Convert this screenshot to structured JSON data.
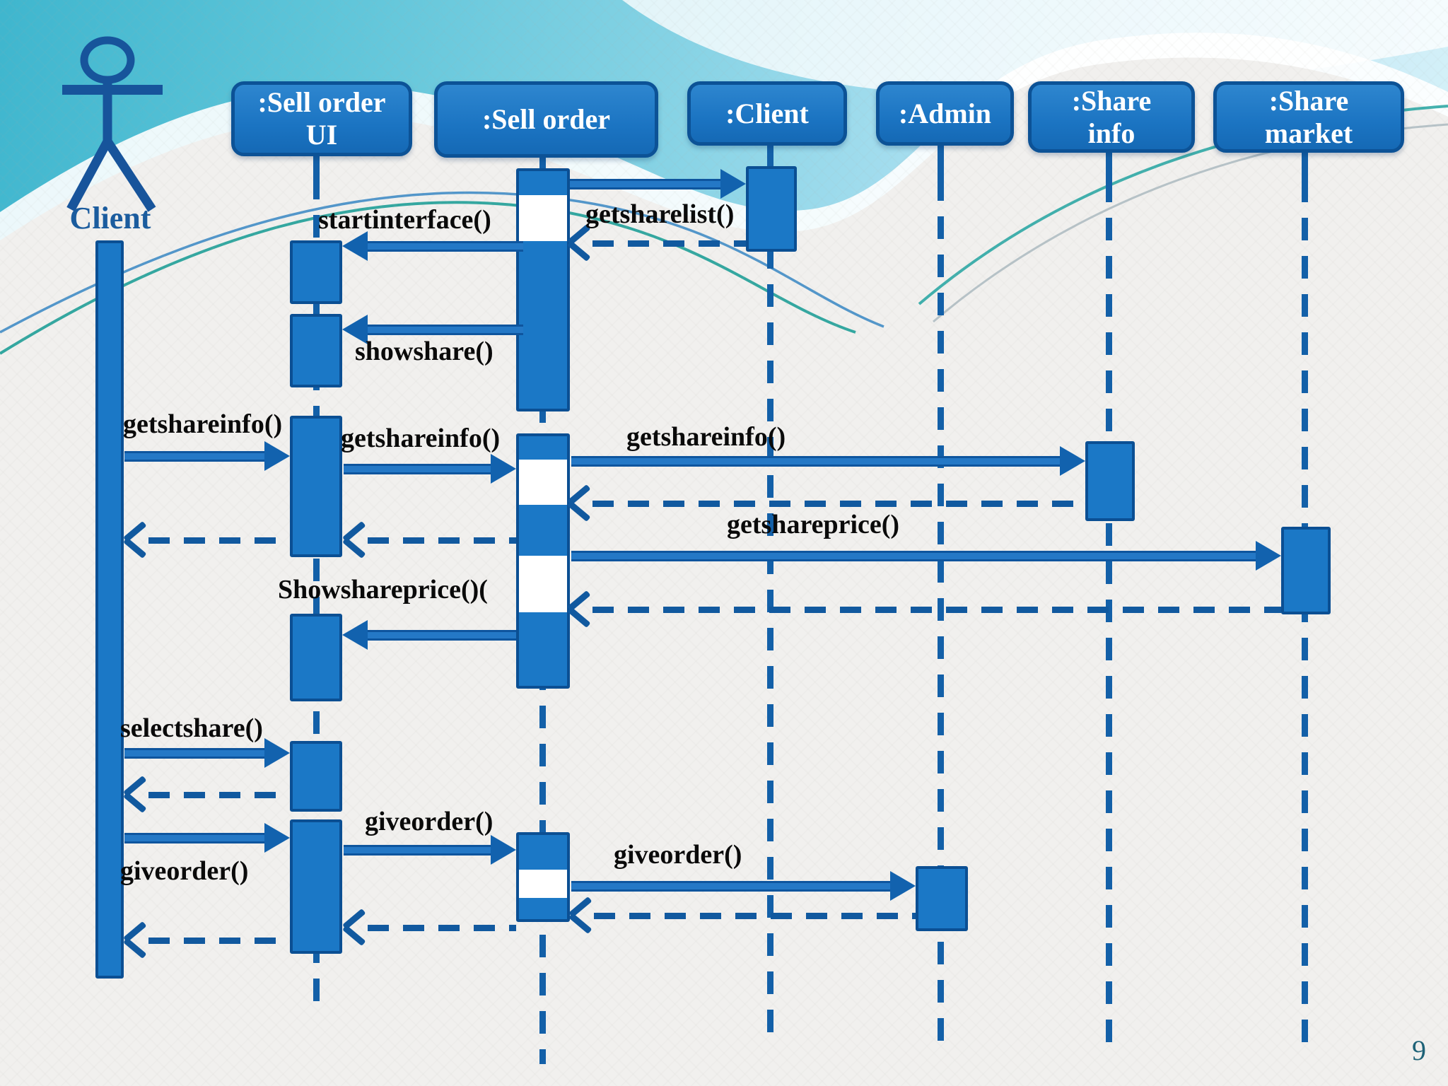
{
  "slide": {
    "page_number": "9"
  },
  "actor": {
    "label": "Client"
  },
  "participants": [
    {
      "id": "sell-order-ui",
      "line1": ":Sell order",
      "line2": "UI"
    },
    {
      "id": "sell-order",
      "line1": ":Sell order",
      "line2": ""
    },
    {
      "id": "client-object",
      "line1": ":Client",
      "line2": ""
    },
    {
      "id": "admin",
      "line1": ":Admin",
      "line2": ""
    },
    {
      "id": "share-info",
      "line1": ":Share",
      "line2": "info"
    },
    {
      "id": "share-market",
      "line1": ":Share",
      "line2": "market"
    }
  ],
  "messages": {
    "getsharelist": {
      "label": "getsharelist()",
      "from": ":Sell order",
      "to": ":Client",
      "style": "solid-call"
    },
    "startinterface": {
      "label": "startinterface()",
      "from": ":Sell order",
      "to": ":Sell order UI",
      "style": "solid-call"
    },
    "showshare": {
      "label": "showshare()",
      "from": ":Sell order",
      "to": ":Sell order UI",
      "style": "solid-call"
    },
    "getshareinfo_actor_to_ui": {
      "label": "getshareinfo()",
      "from": "Client",
      "to": ":Sell order UI",
      "style": "solid-call"
    },
    "getshareinfo_ui_to_so": {
      "label": "getshareinfo()",
      "from": ":Sell order UI",
      "to": ":Sell order",
      "style": "solid-call"
    },
    "getshareinfo_so_to_info": {
      "label": "getshareinfo()",
      "from": ":Sell order",
      "to": ":Share info",
      "style": "solid-call"
    },
    "getshareprice": {
      "label": "getshareprice()",
      "from": ":Sell order",
      "to": ":Share market",
      "style": "solid-call"
    },
    "showshareprice": {
      "label": "Showshareprice()(",
      "from": ":Sell order",
      "to": ":Sell order UI",
      "style": "solid-call"
    },
    "selectshare": {
      "label": "selectshare()",
      "from": "Client",
      "to": ":Sell order UI",
      "style": "solid-call"
    },
    "giveorder_ui_to_so": {
      "label": "giveorder()",
      "from": ":Sell order UI",
      "to": ":Sell order",
      "style": "solid-call"
    },
    "giveorder_so_to_admin": {
      "label": "giveorder()",
      "from": ":Sell order",
      "to": ":Admin",
      "style": "solid-call"
    },
    "giveorder_actor_to_ui": {
      "label": "giveorder()",
      "from": "Client",
      "to": ":Sell order UI",
      "style": "solid-call"
    }
  },
  "returns": [
    {
      "from": ":Client",
      "to": ":Sell order"
    },
    {
      "from": ":Share info",
      "to": ":Sell order"
    },
    {
      "from": ":Sell order",
      "to": ":Sell order UI"
    },
    {
      "from": ":Sell order UI",
      "to": "Client"
    },
    {
      "from": ":Share market",
      "to": ":Sell order"
    },
    {
      "from": ":Sell order UI",
      "to": "Client"
    },
    {
      "from": ":Admin",
      "to": ":Sell order"
    },
    {
      "from": ":Sell order",
      "to": ":Sell order UI"
    },
    {
      "from": ":Sell order UI",
      "to": "Client"
    }
  ],
  "colors": {
    "participant_fill": "#1b74c2",
    "participant_border": "#0c5296",
    "activation_fill": "#1b78c6",
    "line_blue": "#11599f",
    "lifeline_blue": "#1360a8",
    "message_text": "#0a0a0a",
    "actor_figure": "#17549b",
    "actor_label": "#1b5c9e",
    "page_number": "#1e6277",
    "banner_teal": "#5ec5d9",
    "background": "#f1f0ee"
  }
}
